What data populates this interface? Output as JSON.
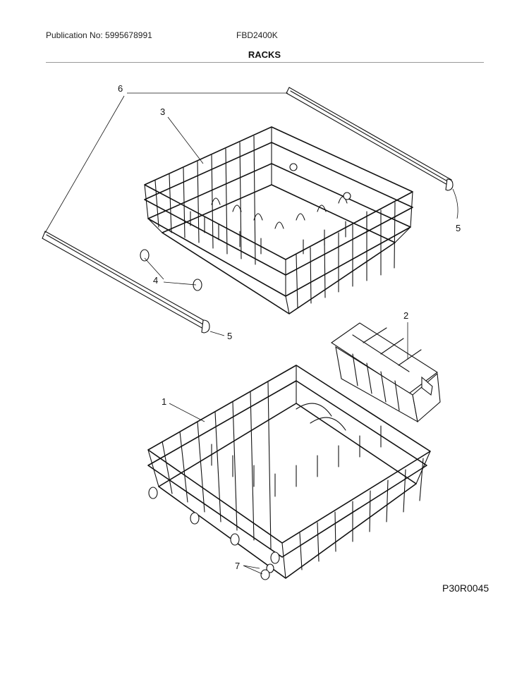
{
  "header": {
    "publication": "Publication No: 5995678991",
    "model": "FBD2400K",
    "section_title": "RACKS"
  },
  "figure_code": "P30R0045",
  "callouts": {
    "c1": "1",
    "c2": "2",
    "c3": "3",
    "c4": "4",
    "c5a": "5",
    "c5b": "5",
    "c6": "6",
    "c7": "7"
  }
}
